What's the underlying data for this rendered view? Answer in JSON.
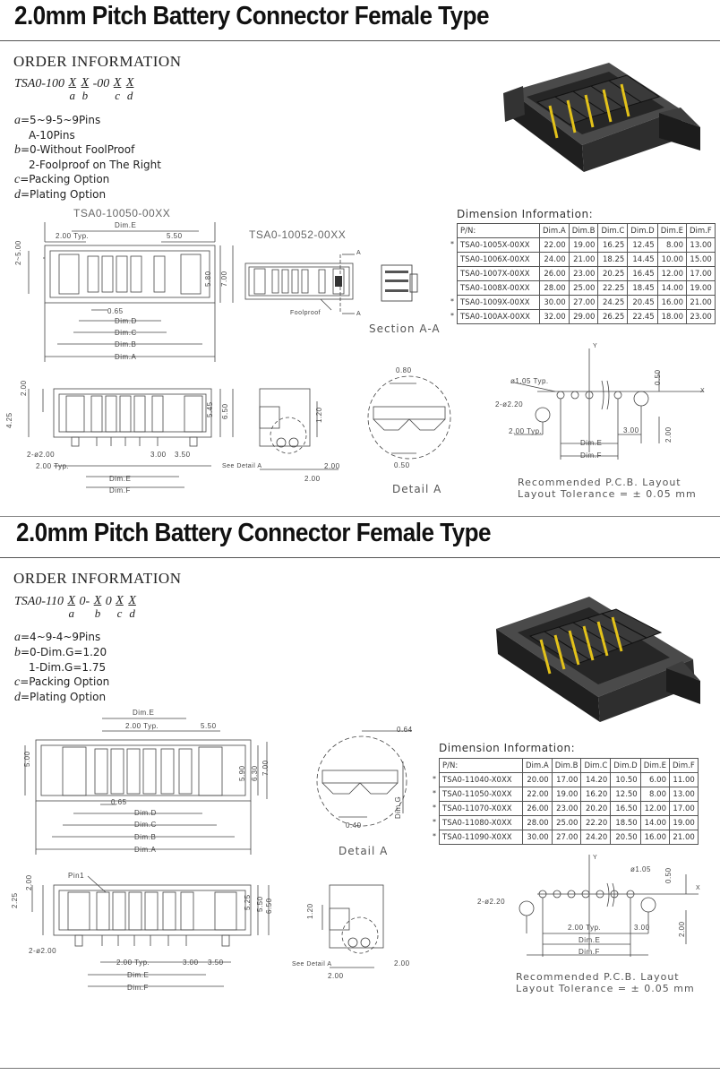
{
  "sections": [
    {
      "title": "2.0mm Pitch Battery Connector Female Type",
      "order_heading": "ORDER INFORMATION",
      "part_number": {
        "prefix": "TSA0-100",
        "parts": [
          {
            "top": "X",
            "bottom": "a"
          },
          {
            "top": "X",
            "bottom": "b"
          },
          {
            "sep": "-00"
          },
          {
            "top": "X",
            "bottom": "c"
          },
          {
            "top": "X",
            "bottom": "d"
          }
        ]
      },
      "options": [
        {
          "key": "a",
          "text": "=5~9-5~9Pins"
        },
        {
          "key": "",
          "text": "A-10Pins"
        },
        {
          "key": "b",
          "text": "=0-Without FoolProof"
        },
        {
          "key": "",
          "text": "2-Foolproof on The Right"
        },
        {
          "key": "c",
          "text": "=Packing Option"
        },
        {
          "key": "d",
          "text": "=Plating Option"
        }
      ],
      "drawing_labels": {
        "view1_title": "TSA0-10050-00XX",
        "view2_title": "TSA0-10052-00XX",
        "foolproof": "Foolproof",
        "section_aa": "Section A-A",
        "detail_a": "Detail A",
        "see_detail": "See Detail A",
        "dim_e": "Dim.E",
        "dim_d": "Dim.D",
        "dim_c": "Dim.C",
        "dim_b": "Dim.B",
        "dim_a": "Dim.A",
        "dim_f": "Dim.F",
        "v_200typ": "2.00 Typ.",
        "v_550": "5.50",
        "v_500": "2~5.00",
        "v_580": "5.80",
        "v_700": "7.00",
        "v_065": "0.65",
        "v_200": "2.00",
        "v_425": "4.25",
        "v_545": "5.45",
        "v_650": "6.50",
        "v_phi200": "2-ø2.00",
        "v_300": "3.00",
        "v_350": "3.50",
        "v_120": "1.20",
        "v_080": "0.80",
        "v_050": "0.50",
        "a_mark": "A"
      },
      "pcb": {
        "hole_small": "ø1.05 Typ.",
        "hole_big": "2-ø2.20",
        "v_200typ": "2.00 Typ.",
        "v_300": "3.00",
        "v_050": "0.50",
        "v_200": "2.00",
        "dim_e": "Dim.E",
        "dim_f": "Dim.F",
        "axis_x": "X",
        "axis_y": "Y",
        "caption_line1": "Recommended P.C.B. Layout",
        "caption_line2": "Layout Tolerance = ± 0.05 mm"
      },
      "dimension_info": {
        "title": "Dimension Information:",
        "columns": [
          "P/N:",
          "Dim.A",
          "Dim.B",
          "Dim.C",
          "Dim.D",
          "Dim.E",
          "Dim.F"
        ],
        "rows": [
          {
            "star": true,
            "cells": [
              "TSA0-1005X-00XX",
              "22.00",
              "19.00",
              "16.25",
              "12.45",
              "8.00",
              "13.00"
            ]
          },
          {
            "star": false,
            "cells": [
              "TSA0-1006X-00XX",
              "24.00",
              "21.00",
              "18.25",
              "14.45",
              "10.00",
              "15.00"
            ]
          },
          {
            "star": false,
            "cells": [
              "TSA0-1007X-00XX",
              "26.00",
              "23.00",
              "20.25",
              "16.45",
              "12.00",
              "17.00"
            ]
          },
          {
            "star": false,
            "cells": [
              "TSA0-1008X-00XX",
              "28.00",
              "25.00",
              "22.25",
              "18.45",
              "14.00",
              "19.00"
            ]
          },
          {
            "star": true,
            "cells": [
              "TSA0-1009X-00XX",
              "30.00",
              "27.00",
              "24.25",
              "20.45",
              "16.00",
              "21.00"
            ]
          },
          {
            "star": true,
            "cells": [
              "TSA0-100AX-00XX",
              "32.00",
              "29.00",
              "26.25",
              "22.45",
              "18.00",
              "23.00"
            ]
          }
        ]
      }
    },
    {
      "title": "2.0mm Pitch Battery Connector Female Type",
      "order_heading": "ORDER INFORMATION",
      "part_number": {
        "prefix": "TSA0-110",
        "parts": [
          {
            "top": "X",
            "bottom": "a"
          },
          {
            "sep": "0-"
          },
          {
            "top": "X",
            "bottom": "b"
          },
          {
            "sep": "0"
          },
          {
            "top": "X",
            "bottom": "c"
          },
          {
            "top": "X",
            "bottom": "d"
          }
        ]
      },
      "options": [
        {
          "key": "a",
          "text": "=4~9-4~9Pins"
        },
        {
          "key": "b",
          "text": "=0-Dim.G=1.20"
        },
        {
          "key": "",
          "text": "1-Dim.G=1.75"
        },
        {
          "key": "c",
          "text": "=Packing Option"
        },
        {
          "key": "d",
          "text": "=Plating Option"
        }
      ],
      "drawing_labels": {
        "detail_a": "Detail A",
        "see_detail": "See Detail A",
        "pin1": "Pin1",
        "dim_e": "Dim.E",
        "dim_d": "Dim.D",
        "dim_c": "Dim.C",
        "dim_b": "Dim.B",
        "dim_a": "Dim.A",
        "dim_f": "Dim.F",
        "dim_g": "Dim.G",
        "v_200typ": "2.00 Typ.",
        "v_550": "5.50",
        "v_500": "5.00",
        "v_590": "5.90",
        "v_630": "6.30",
        "v_700": "7.00",
        "v_065": "0.65",
        "v_225": "2.25",
        "v_200": "2.00",
        "v_525": "5.25",
        "v_650": "6.50",
        "v_phi200": "2-ø2.00",
        "v_300": "3.00",
        "v_350": "3.50",
        "v_120": "1.20",
        "v_064": "0.64",
        "v_040": "0.40"
      },
      "pcb": {
        "hole_small": "ø1.05",
        "hole_big": "2-ø2.20",
        "v_200typ": "2.00 Typ.",
        "v_300": "3.00",
        "v_050": "0.50",
        "v_200": "2.00",
        "dim_e": "Dim.E",
        "dim_f": "Dim.F",
        "axis_x": "X",
        "axis_y": "Y",
        "caption_line1": "Recommended P.C.B. Layout",
        "caption_line2": "Layout Tolerance = ± 0.05 mm"
      },
      "dimension_info": {
        "title": "Dimension Information:",
        "columns": [
          "P/N:",
          "Dim.A",
          "Dim.B",
          "Dim.C",
          "Dim.D",
          "Dim.E",
          "Dim.F"
        ],
        "rows": [
          {
            "star": true,
            "cells": [
              "TSA0-11040-X0XX",
              "20.00",
              "17.00",
              "14.20",
              "10.50",
              "6.00",
              "11.00"
            ]
          },
          {
            "star": true,
            "cells": [
              "TSA0-11050-X0XX",
              "22.00",
              "19.00",
              "16.20",
              "12.50",
              "8.00",
              "13.00"
            ]
          },
          {
            "star": true,
            "cells": [
              "TSA0-11070-X0XX",
              "26.00",
              "23.00",
              "20.20",
              "16.50",
              "12.00",
              "17.00"
            ]
          },
          {
            "star": true,
            "cells": [
              "TSA0-11080-X0XX",
              "28.00",
              "25.00",
              "22.20",
              "18.50",
              "14.00",
              "19.00"
            ]
          },
          {
            "star": true,
            "cells": [
              "TSA0-11090-X0XX",
              "30.00",
              "27.00",
              "24.20",
              "20.50",
              "16.00",
              "21.00"
            ]
          }
        ]
      }
    }
  ],
  "colors": {
    "contact": "#e3c21a",
    "housing": "#2b2b2b",
    "line": "#333333"
  }
}
